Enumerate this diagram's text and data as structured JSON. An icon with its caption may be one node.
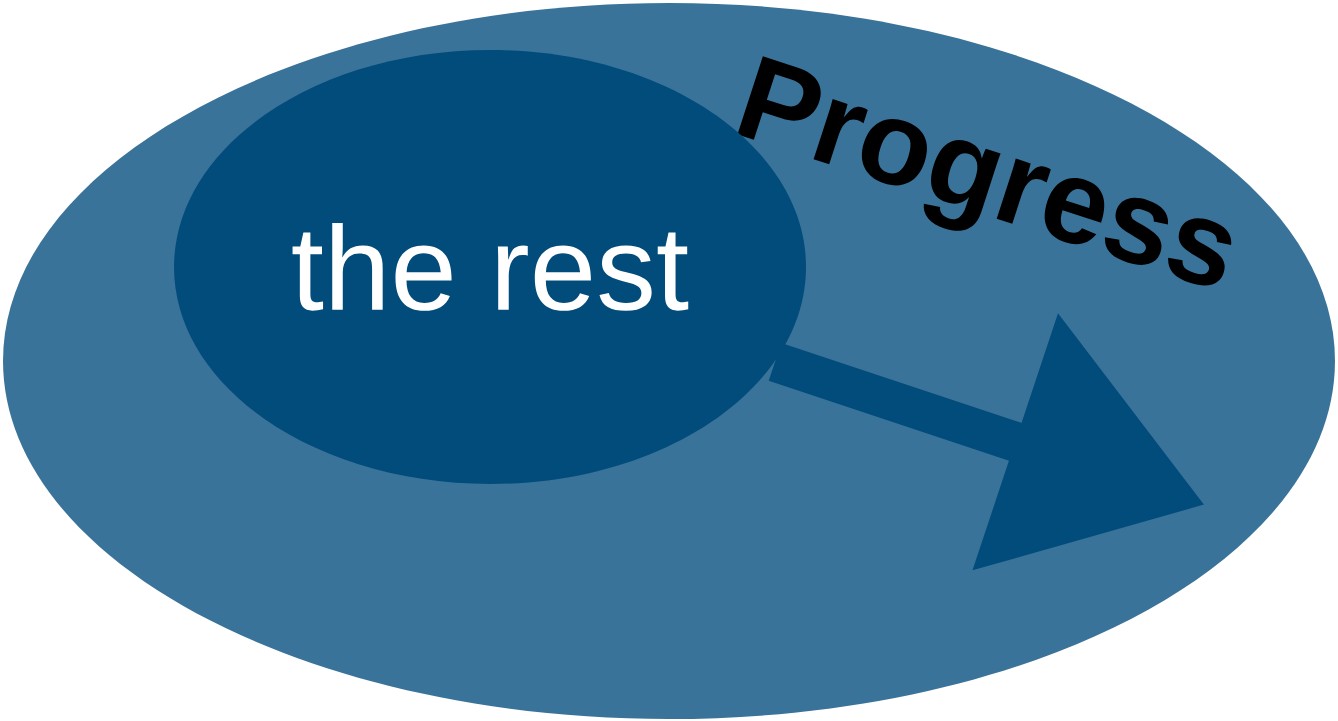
{
  "diagram": {
    "nodes": [
      {
        "text": [
          "Progress"
        ]
      },
      {
        "text": [
          "the rest"
        ],
        "in": 0
      }
    ]
  }
}
